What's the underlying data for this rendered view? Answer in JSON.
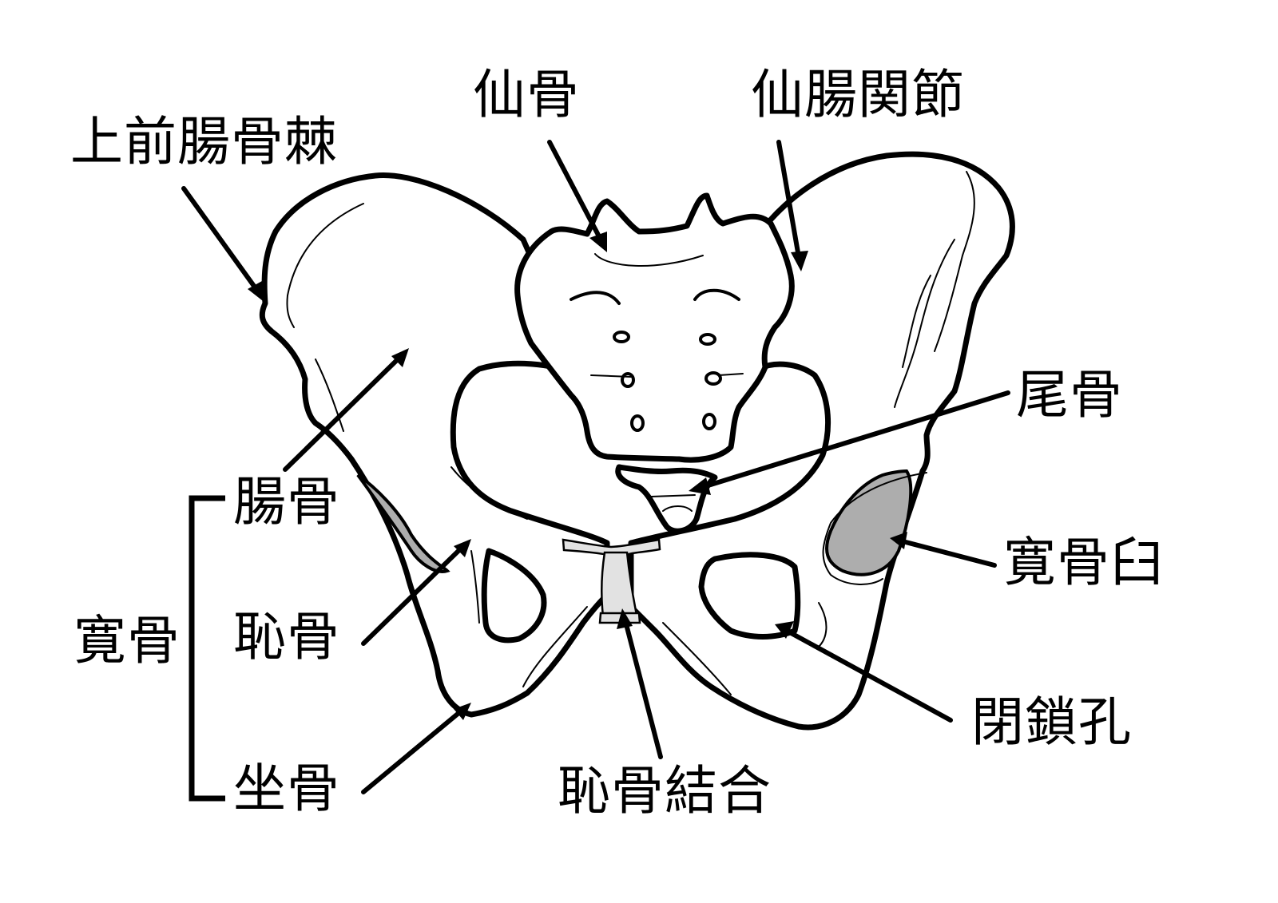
{
  "diagram": {
    "subject": "pelvis",
    "colors": {
      "background": "#ffffff",
      "outline": "#000000",
      "acetabulum_fill": "#adadad",
      "cartilage_fill": "#e2e2e2"
    },
    "labels": {
      "asis": "上前腸骨棘",
      "sacrum": "仙骨",
      "sacroiliac_joint": "仙腸関節",
      "coccyx": "尾骨",
      "acetabulum": "寛骨臼",
      "obturator_foramen": "閉鎖孔",
      "pubic_symphysis": "恥骨結合",
      "hip_bone": "寛骨",
      "ilium": "腸骨",
      "pubis": "恥骨",
      "ischium": "坐骨"
    }
  }
}
